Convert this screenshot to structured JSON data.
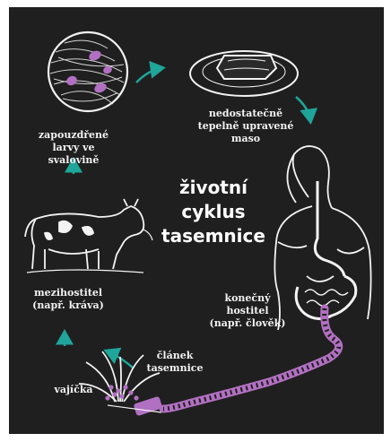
{
  "title": "životní\ncyklus\ntasemnice",
  "labels": {
    "larvae": "zapouzdřené\nlarvy ve\nsvalovině",
    "meat": "nedostatečně\ntepelně upravené\nmaso",
    "final_host": "konečný\nhostitel\n(např. člověk)",
    "segment": "článek\ntasemnice",
    "eggs": "vajíčka",
    "intermediate_host": "mezihostitel\n(např. kráva)"
  },
  "colors": {
    "chalkboard": "#1f1f1f",
    "chalk": "#f3f3f3",
    "arrows": "#1fa59a",
    "tapeworm": "#b270c2"
  },
  "icons": [
    "larvae-circle-icon",
    "meat-icon",
    "human-body-icon",
    "tapeworm-icon",
    "grass-eggs-icon",
    "cow-icon"
  ]
}
